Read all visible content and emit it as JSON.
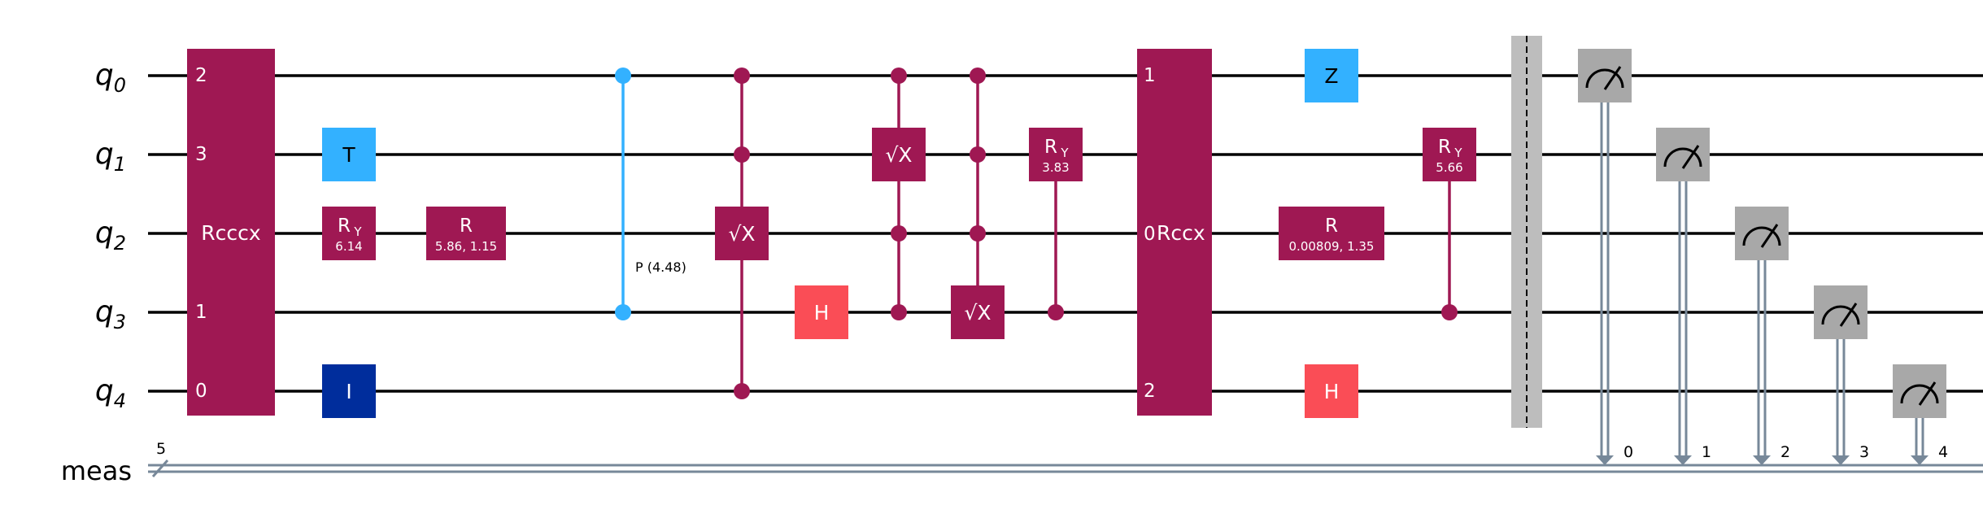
{
  "qubits": [
    {
      "base": "q",
      "index": "0"
    },
    {
      "base": "q",
      "index": "1"
    },
    {
      "base": "q",
      "index": "2"
    },
    {
      "base": "q",
      "index": "3"
    },
    {
      "base": "q",
      "index": "4"
    }
  ],
  "classical": {
    "name": "meas",
    "count": "5",
    "bits": [
      "0",
      "1",
      "2",
      "3",
      "4"
    ]
  },
  "colors": {
    "wire": "#000000",
    "classical_wire": "#778899",
    "multi_gate": "#9F1853",
    "light_blue": "#33B1FF",
    "dark_blue": "#002D9C",
    "red": "#FA4D56",
    "measure": "#A8A8A8",
    "barrier": "#BDBDBD"
  },
  "gates": {
    "rcccx_1": {
      "label": "Rcccx",
      "pins": [
        "2",
        "3",
        "1",
        "0"
      ]
    },
    "t": {
      "label": "T"
    },
    "ry_q2": {
      "label": "R",
      "sub": "Y",
      "param": "6.14"
    },
    "i": {
      "label": "I"
    },
    "r_q2": {
      "label": "R",
      "param": "5.86, 1.15"
    },
    "cp": {
      "label": "P (4.48)"
    },
    "sx_q2": {
      "label": "√X"
    },
    "h_q3": {
      "label": "H"
    },
    "sx_q1": {
      "label": "√X"
    },
    "sx_q3": {
      "label": "√X"
    },
    "cry_q1": {
      "label": "R",
      "sub": "Y",
      "param": "3.83"
    },
    "rccx": {
      "label": "Rccx",
      "pins": [
        "1",
        "0",
        "2"
      ]
    },
    "z": {
      "label": "Z"
    },
    "r_q2b": {
      "label": "R",
      "param": "0.00809, 1.35"
    },
    "h_q4": {
      "label": "H"
    },
    "cry_q1b": {
      "label": "R",
      "sub": "Y",
      "param": "5.66"
    }
  }
}
